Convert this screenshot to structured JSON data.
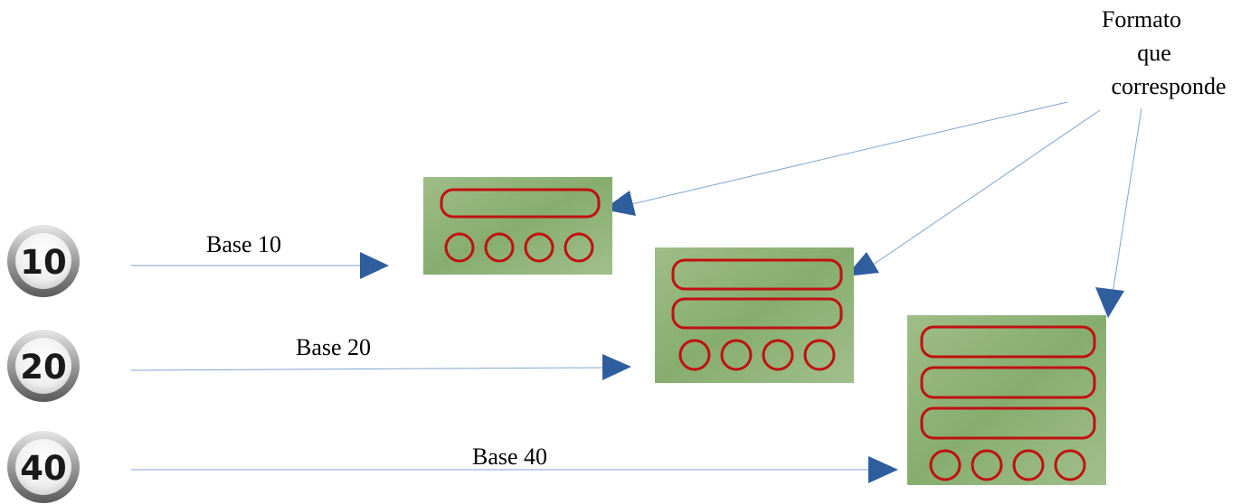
{
  "header": {
    "label_lines": [
      "Formato",
      "que",
      "corresponde"
    ]
  },
  "badges": [
    {
      "value": "10"
    },
    {
      "value": "20"
    },
    {
      "value": "40"
    }
  ],
  "arrow_labels": [
    "Base 10",
    "Base 20",
    "Base 40"
  ],
  "formats": [
    {
      "bars": 1,
      "circles": 4
    },
    {
      "bars": 2,
      "circles": 4
    },
    {
      "bars": 3,
      "circles": 4
    }
  ],
  "colors": {
    "panel_green": "#8fb27a",
    "outline_red": "#c01010",
    "arrow_blue": "#2f5e9e",
    "line_blue": "#7fa6cf"
  }
}
